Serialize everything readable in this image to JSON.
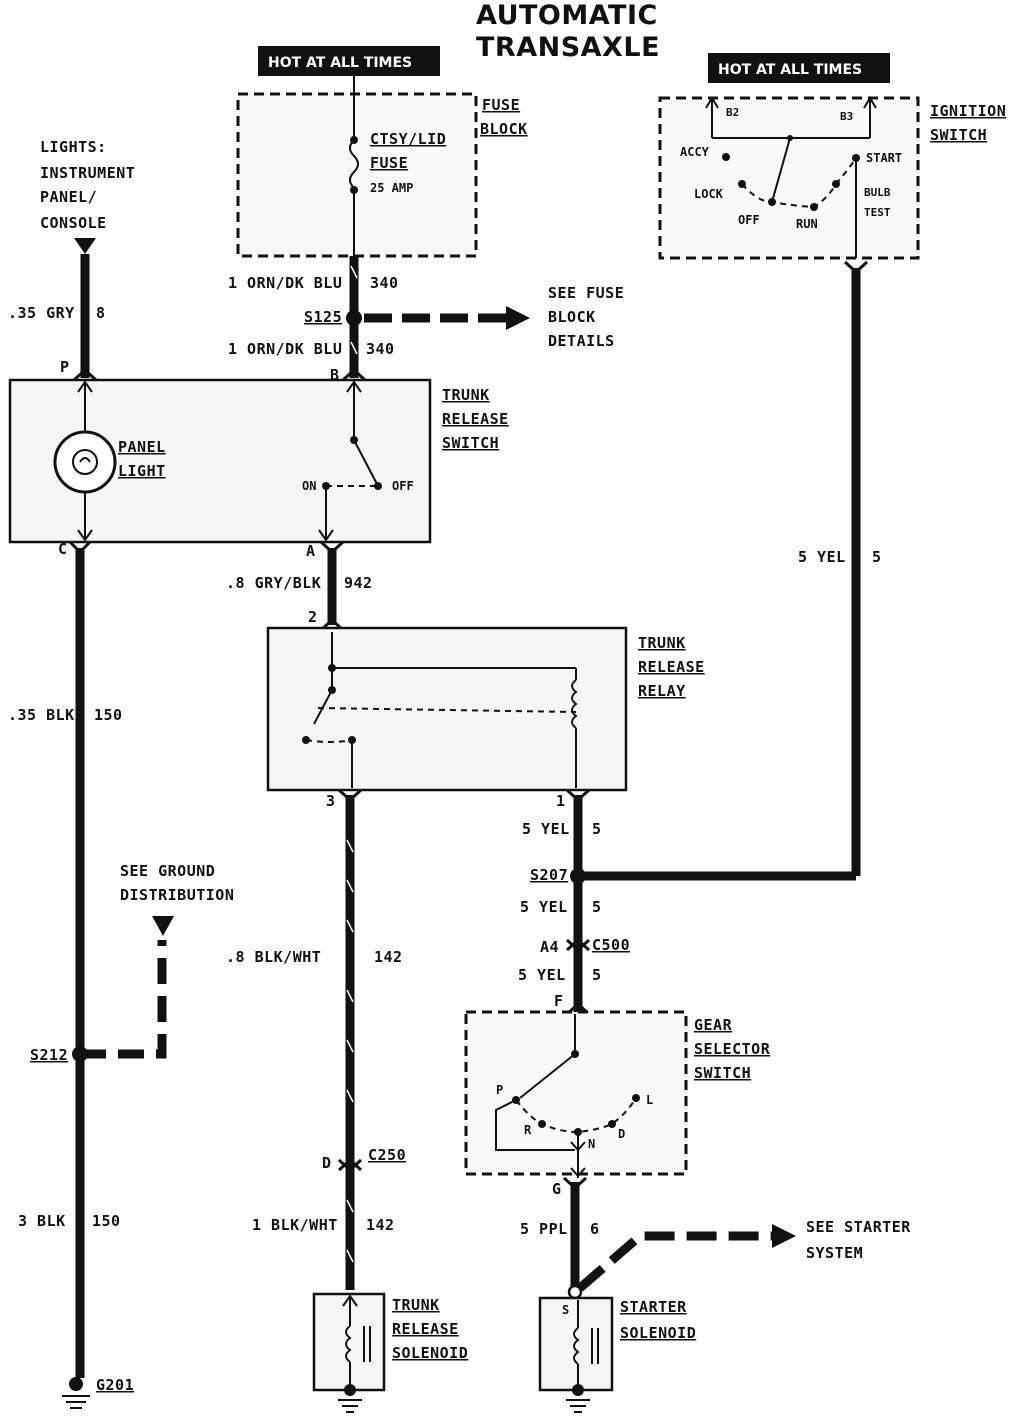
{
  "title": {
    "line1": "AUTOMATIC",
    "line2": "TRANSAXLE"
  },
  "hot_labels": {
    "left": "HOT AT ALL TIMES",
    "right": "HOT AT ALL TIMES"
  },
  "fuse_block": {
    "label1": "FUSE",
    "label2": "BLOCK",
    "fuse1": "CTSY/LID",
    "fuse2": "FUSE",
    "rating": "25 AMP"
  },
  "ignition_switch": {
    "label1": "IGNITION",
    "label2": "SWITCH",
    "b2": "B2",
    "b3": "B3",
    "accy": "ACCY",
    "lock": "LOCK",
    "off": "OFF",
    "run": "RUN",
    "start": "START",
    "bulb": "BULB",
    "test": "TEST"
  },
  "lights": {
    "l1": "LIGHTS:",
    "l2": "INSTRUMENT",
    "l3": "PANEL/",
    "l4": "CONSOLE"
  },
  "wires": {
    "w340a_color": "1 ORN/DK BLU",
    "w340a_num": "340",
    "w340b_color": "1 ORN/DK BLU",
    "w340b_num": "340",
    "w8_color": ".35 GRY",
    "w8_num": "8",
    "w942_color": ".8 GRY/BLK",
    "w942_num": "942",
    "w150a_color": ".35 BLK",
    "w150a_num": "150",
    "w150b_color": "3 BLK",
    "w150b_num": "150",
    "w142a_color": ".8 BLK/WHT",
    "w142a_num": "142",
    "w142b_color": "1 BLK/WHT",
    "w142b_num": "142",
    "w5_ign_color": "5 YEL",
    "w5_ign_num": "5",
    "w5a_color": "5 YEL",
    "w5a_num": "5",
    "w5b_color": "5 YEL",
    "w5b_num": "5",
    "w5c_color": "5 YEL",
    "w5c_num": "5",
    "w6_color": "5 PPL",
    "w6_num": "6"
  },
  "splices": {
    "s125": "S125",
    "s207": "S207",
    "s212": "S212"
  },
  "see_fuse": {
    "l1": "SEE FUSE",
    "l2": "BLOCK",
    "l3": "DETAILS"
  },
  "see_ground": {
    "l1": "SEE GROUND",
    "l2": "DISTRIBUTION"
  },
  "see_starter": {
    "l1": "SEE STARTER",
    "l2": "SYSTEM"
  },
  "trunk_switch": {
    "l1": "TRUNK",
    "l2": "RELEASE",
    "l3": "SWITCH",
    "on": "ON",
    "off": "OFF"
  },
  "panel_light": {
    "l1": "PANEL",
    "l2": "LIGHT"
  },
  "pins": {
    "p": "P",
    "c": "C",
    "b": "B",
    "a": "A",
    "two": "2",
    "three": "3",
    "one": "1",
    "d": "D",
    "f": "F",
    "g": "G",
    "a4": "A4",
    "s": "S"
  },
  "connectors": {
    "c250": "C250",
    "c500": "C500"
  },
  "trunk_relay": {
    "l1": "TRUNK",
    "l2": "RELEASE",
    "l3": "RELAY"
  },
  "gear_selector": {
    "l1": "GEAR",
    "l2": "SELECTOR",
    "l3": "SWITCH",
    "p": "P",
    "r": "R",
    "n": "N",
    "d": "D",
    "l": "L"
  },
  "trunk_solenoid": {
    "l1": "TRUNK",
    "l2": "RELEASE",
    "l3": "SOLENOID"
  },
  "starter_solenoid": {
    "l1": "STARTER",
    "l2": "SOLENOID"
  },
  "ground": {
    "g201": "G201"
  }
}
